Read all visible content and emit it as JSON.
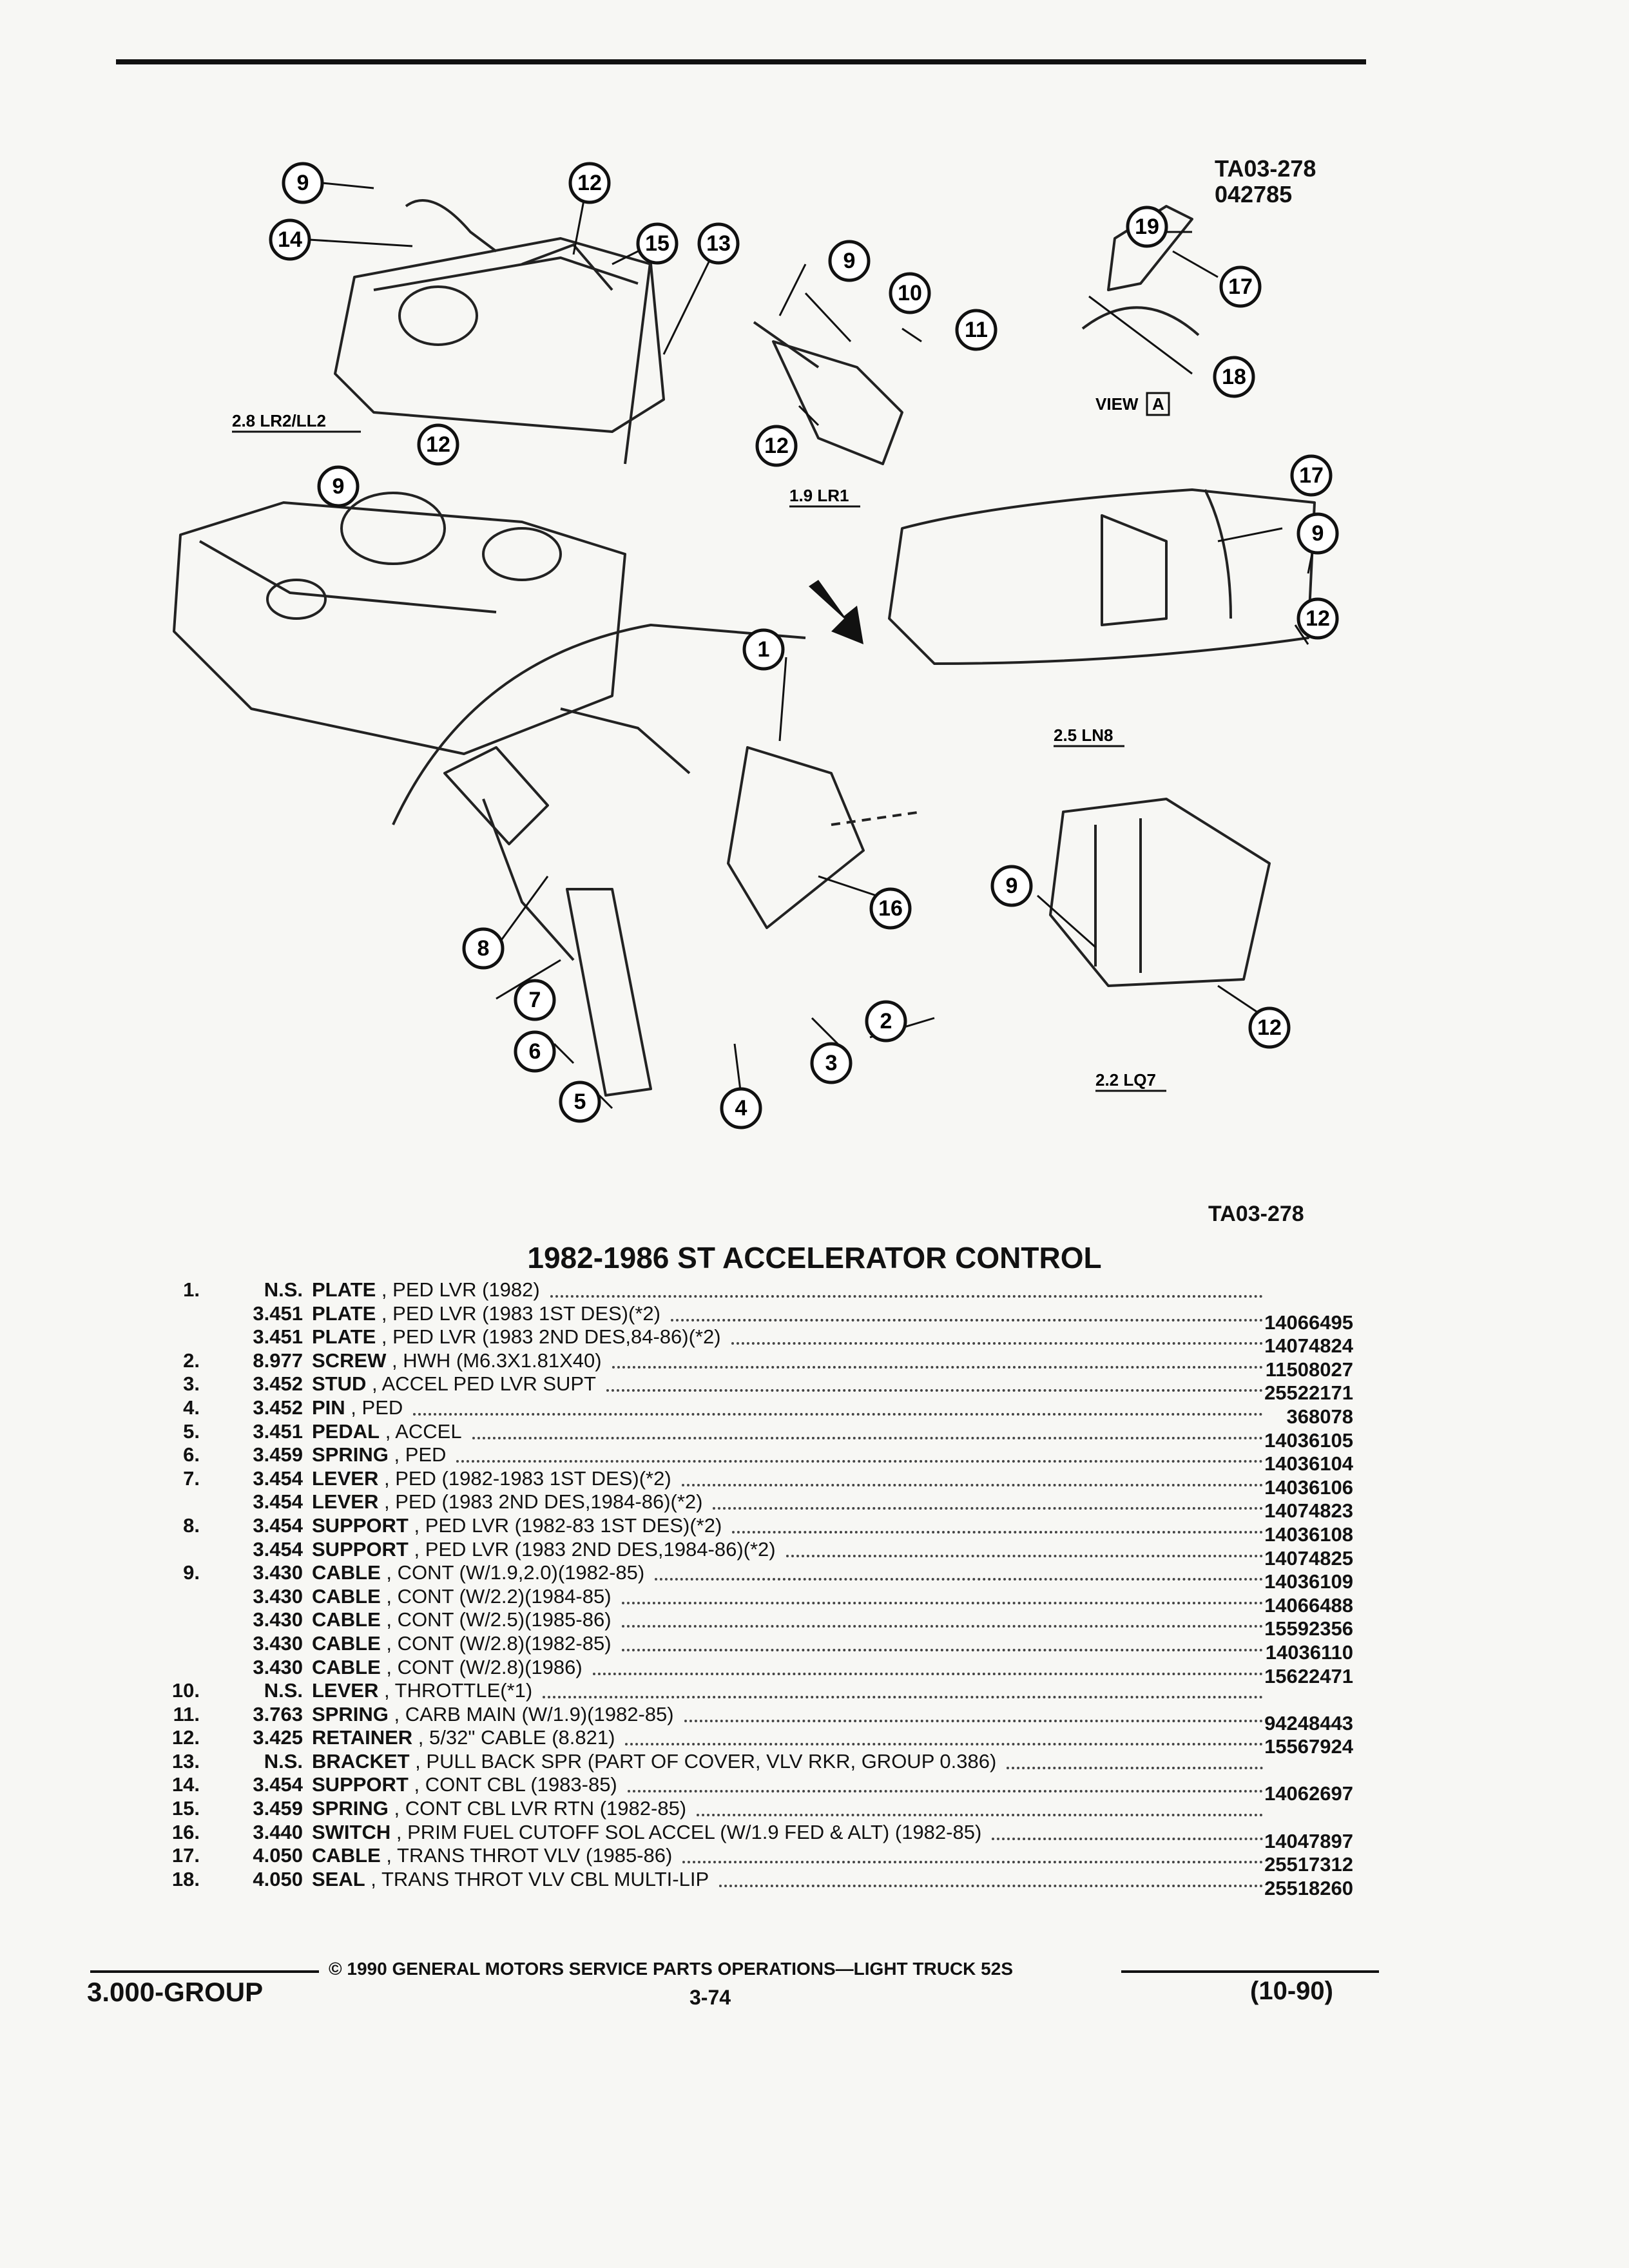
{
  "diagram": {
    "ref_top": "TA03-278",
    "ref_date": "042785",
    "ref_bottom": "TA03-278",
    "labels": {
      "lr2": "2.8 LR2/LL2",
      "lr1": "1.9 LR1",
      "ln8": "2.5 LN8",
      "lq7": "2.2 LQ7",
      "view": "VIEW",
      "view_letter": "A"
    },
    "callouts": [
      "9",
      "14",
      "12",
      "15",
      "13",
      "12",
      "9",
      "10",
      "11",
      "12",
      "19",
      "17",
      "18",
      "9",
      "17",
      "9",
      "12",
      "1",
      "16",
      "8",
      "7",
      "6",
      "5",
      "4",
      "3",
      "2",
      "9",
      "12"
    ]
  },
  "title": "1982-1986 ST ACCELERATOR CONTROL",
  "parts": [
    {
      "num": "1.",
      "grp": "N.S.",
      "name": "PLATE",
      "rest": " , PED LVR (1982)",
      "pn": ""
    },
    {
      "num": "",
      "grp": "3.451",
      "name": "PLATE",
      "rest": " , PED LVR (1983 1ST DES)(*2)",
      "pn": "14066495"
    },
    {
      "num": "",
      "grp": "3.451",
      "name": "PLATE",
      "rest": " , PED LVR (1983 2ND DES,84-86)(*2)",
      "pn": "14074824"
    },
    {
      "num": "2.",
      "grp": "8.977",
      "name": "SCREW",
      "rest": " , HWH (M6.3X1.81X40)",
      "pn": "11508027"
    },
    {
      "num": "3.",
      "grp": "3.452",
      "name": "STUD",
      "rest": " , ACCEL PED LVR SUPT",
      "pn": "25522171"
    },
    {
      "num": "4.",
      "grp": "3.452",
      "name": "PIN",
      "rest": " , PED",
      "pn": "368078"
    },
    {
      "num": "5.",
      "grp": "3.451",
      "name": "PEDAL",
      "rest": " , ACCEL",
      "pn": "14036105"
    },
    {
      "num": "6.",
      "grp": "3.459",
      "name": "SPRING",
      "rest": " , PED",
      "pn": "14036104"
    },
    {
      "num": "7.",
      "grp": "3.454",
      "name": "LEVER",
      "rest": " , PED (1982-1983 1ST DES)(*2)",
      "pn": "14036106"
    },
    {
      "num": "",
      "grp": "3.454",
      "name": "LEVER",
      "rest": " , PED (1983 2ND DES,1984-86)(*2)",
      "pn": "14074823"
    },
    {
      "num": "8.",
      "grp": "3.454",
      "name": "SUPPORT",
      "rest": " , PED LVR (1982-83 1ST DES)(*2)",
      "pn": "14036108"
    },
    {
      "num": "",
      "grp": "3.454",
      "name": "SUPPORT",
      "rest": " , PED LVR (1983 2ND DES,1984-86)(*2)",
      "pn": "14074825"
    },
    {
      "num": "9.",
      "grp": "3.430",
      "name": "CABLE",
      "rest": " , CONT (W/1.9,2.0)(1982-85)",
      "pn": "14036109"
    },
    {
      "num": "",
      "grp": "3.430",
      "name": "CABLE",
      "rest": " , CONT (W/2.2)(1984-85)",
      "pn": "14066488"
    },
    {
      "num": "",
      "grp": "3.430",
      "name": "CABLE",
      "rest": " , CONT (W/2.5)(1985-86)",
      "pn": "15592356"
    },
    {
      "num": "",
      "grp": "3.430",
      "name": "CABLE",
      "rest": " , CONT (W/2.8)(1982-85)",
      "pn": "14036110"
    },
    {
      "num": "",
      "grp": "3.430",
      "name": "CABLE",
      "rest": " , CONT (W/2.8)(1986)",
      "pn": "15622471"
    },
    {
      "num": "10.",
      "grp": "N.S.",
      "name": "LEVER",
      "rest": " , THROTTLE(*1)",
      "pn": ""
    },
    {
      "num": "11.",
      "grp": "3.763",
      "name": "SPRING",
      "rest": " , CARB MAIN (W/1.9)(1982-85)",
      "pn": "94248443"
    },
    {
      "num": "12.",
      "grp": "3.425",
      "name": "RETAINER",
      "rest": " , 5/32\" CABLE (8.821)",
      "pn": "15567924"
    },
    {
      "num": "13.",
      "grp": "N.S.",
      "name": "BRACKET",
      "rest": " , PULL BACK SPR (PART OF COVER, VLV RKR, GROUP 0.386)",
      "pn": ""
    },
    {
      "num": "14.",
      "grp": "3.454",
      "name": "SUPPORT",
      "rest": " , CONT CBL (1983-85)",
      "pn": "14062697"
    },
    {
      "num": "15.",
      "grp": "3.459",
      "name": "SPRING",
      "rest": " , CONT CBL LVR RTN (1982-85)",
      "pn": ""
    },
    {
      "num": "16.",
      "grp": "3.440",
      "name": "SWITCH",
      "rest": " , PRIM FUEL CUTOFF SOL ACCEL (W/1.9 FED & ALT) (1982-85)",
      "pn": "14047897"
    },
    {
      "num": "17.",
      "grp": "4.050",
      "name": "CABLE",
      "rest": " , TRANS THROT VLV (1985-86)",
      "pn": "25517312"
    },
    {
      "num": "18.",
      "grp": "4.050",
      "name": "SEAL",
      "rest": " , TRANS THROT VLV CBL MULTI-LIP",
      "pn": "25518260"
    }
  ],
  "footer": {
    "copyright": "© 1990 GENERAL MOTORS SERVICE PARTS OPERATIONS—LIGHT TRUCK 52S",
    "group": "3.000-GROUP",
    "page": "3-74",
    "revision": "(10-90)"
  }
}
